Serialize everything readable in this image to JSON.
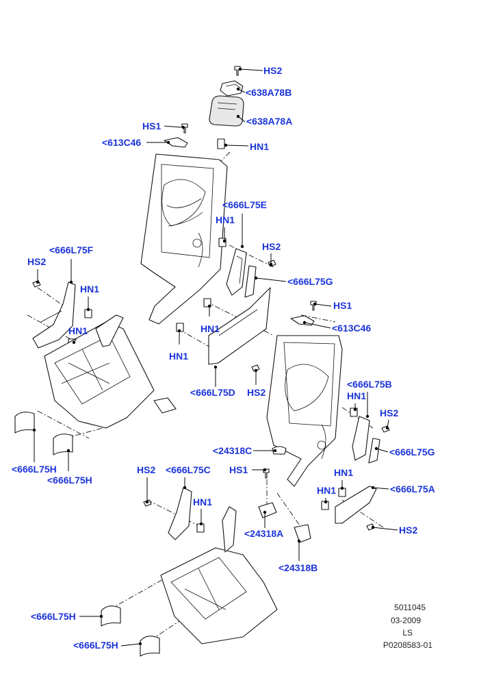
{
  "colors": {
    "callout": "#1a33d9",
    "line": "#000000"
  },
  "callouts": [
    "HS2",
    "<638A78B",
    "<638A78A",
    "HS1",
    "<613C46",
    "HN1",
    "<666L75E",
    "HN1",
    "HS2",
    "<666L75G",
    "<666L75F",
    "HS2",
    "HN1",
    "HN1",
    "HN1",
    "HN1",
    "HS1",
    "<613C46",
    "<666L75D",
    "HS2",
    "<666L75B",
    "HN1",
    "HS2",
    "<24318C",
    "<666L75G",
    "<666L75H",
    "<666L75H",
    "HS2",
    "<666L75C",
    "HS1",
    "HN1",
    "HN1",
    "HN1",
    "<666L75A",
    "HS2",
    "<24318A",
    "<24318B",
    "<666L75H",
    "<666L75H"
  ],
  "footer": {
    "line1": "5011045",
    "line2": "03-2009",
    "line3": "LS",
    "line4": "P0208583-01"
  }
}
